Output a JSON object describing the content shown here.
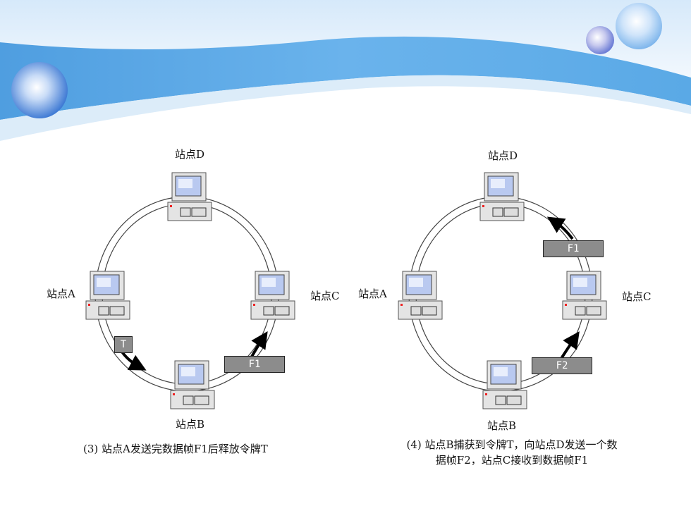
{
  "left_diagram": {
    "stations": {
      "d": "站点D",
      "a": "站点A",
      "c": "站点C",
      "b": "站点B"
    },
    "frames": {
      "token": "T",
      "f1": "F1"
    },
    "caption": "(3) 站点A发送完数据帧F1后释放令牌T"
  },
  "right_diagram": {
    "stations": {
      "d": "站点D",
      "a": "站点A",
      "c": "站点C",
      "b": "站点B"
    },
    "frames": {
      "f1": "F1",
      "f2": "F2"
    },
    "caption_line1": "(4) 站点B捕获到令牌T，向站点D发送一个数",
    "caption_line2": "据帧F2，站点C接收到数据帧F1"
  },
  "colors": {
    "banner_blue": "#5ba8e6",
    "ring": "#444444",
    "frame_gray": "#8c8c8c",
    "monitor_screen": "#b9c9f0"
  }
}
